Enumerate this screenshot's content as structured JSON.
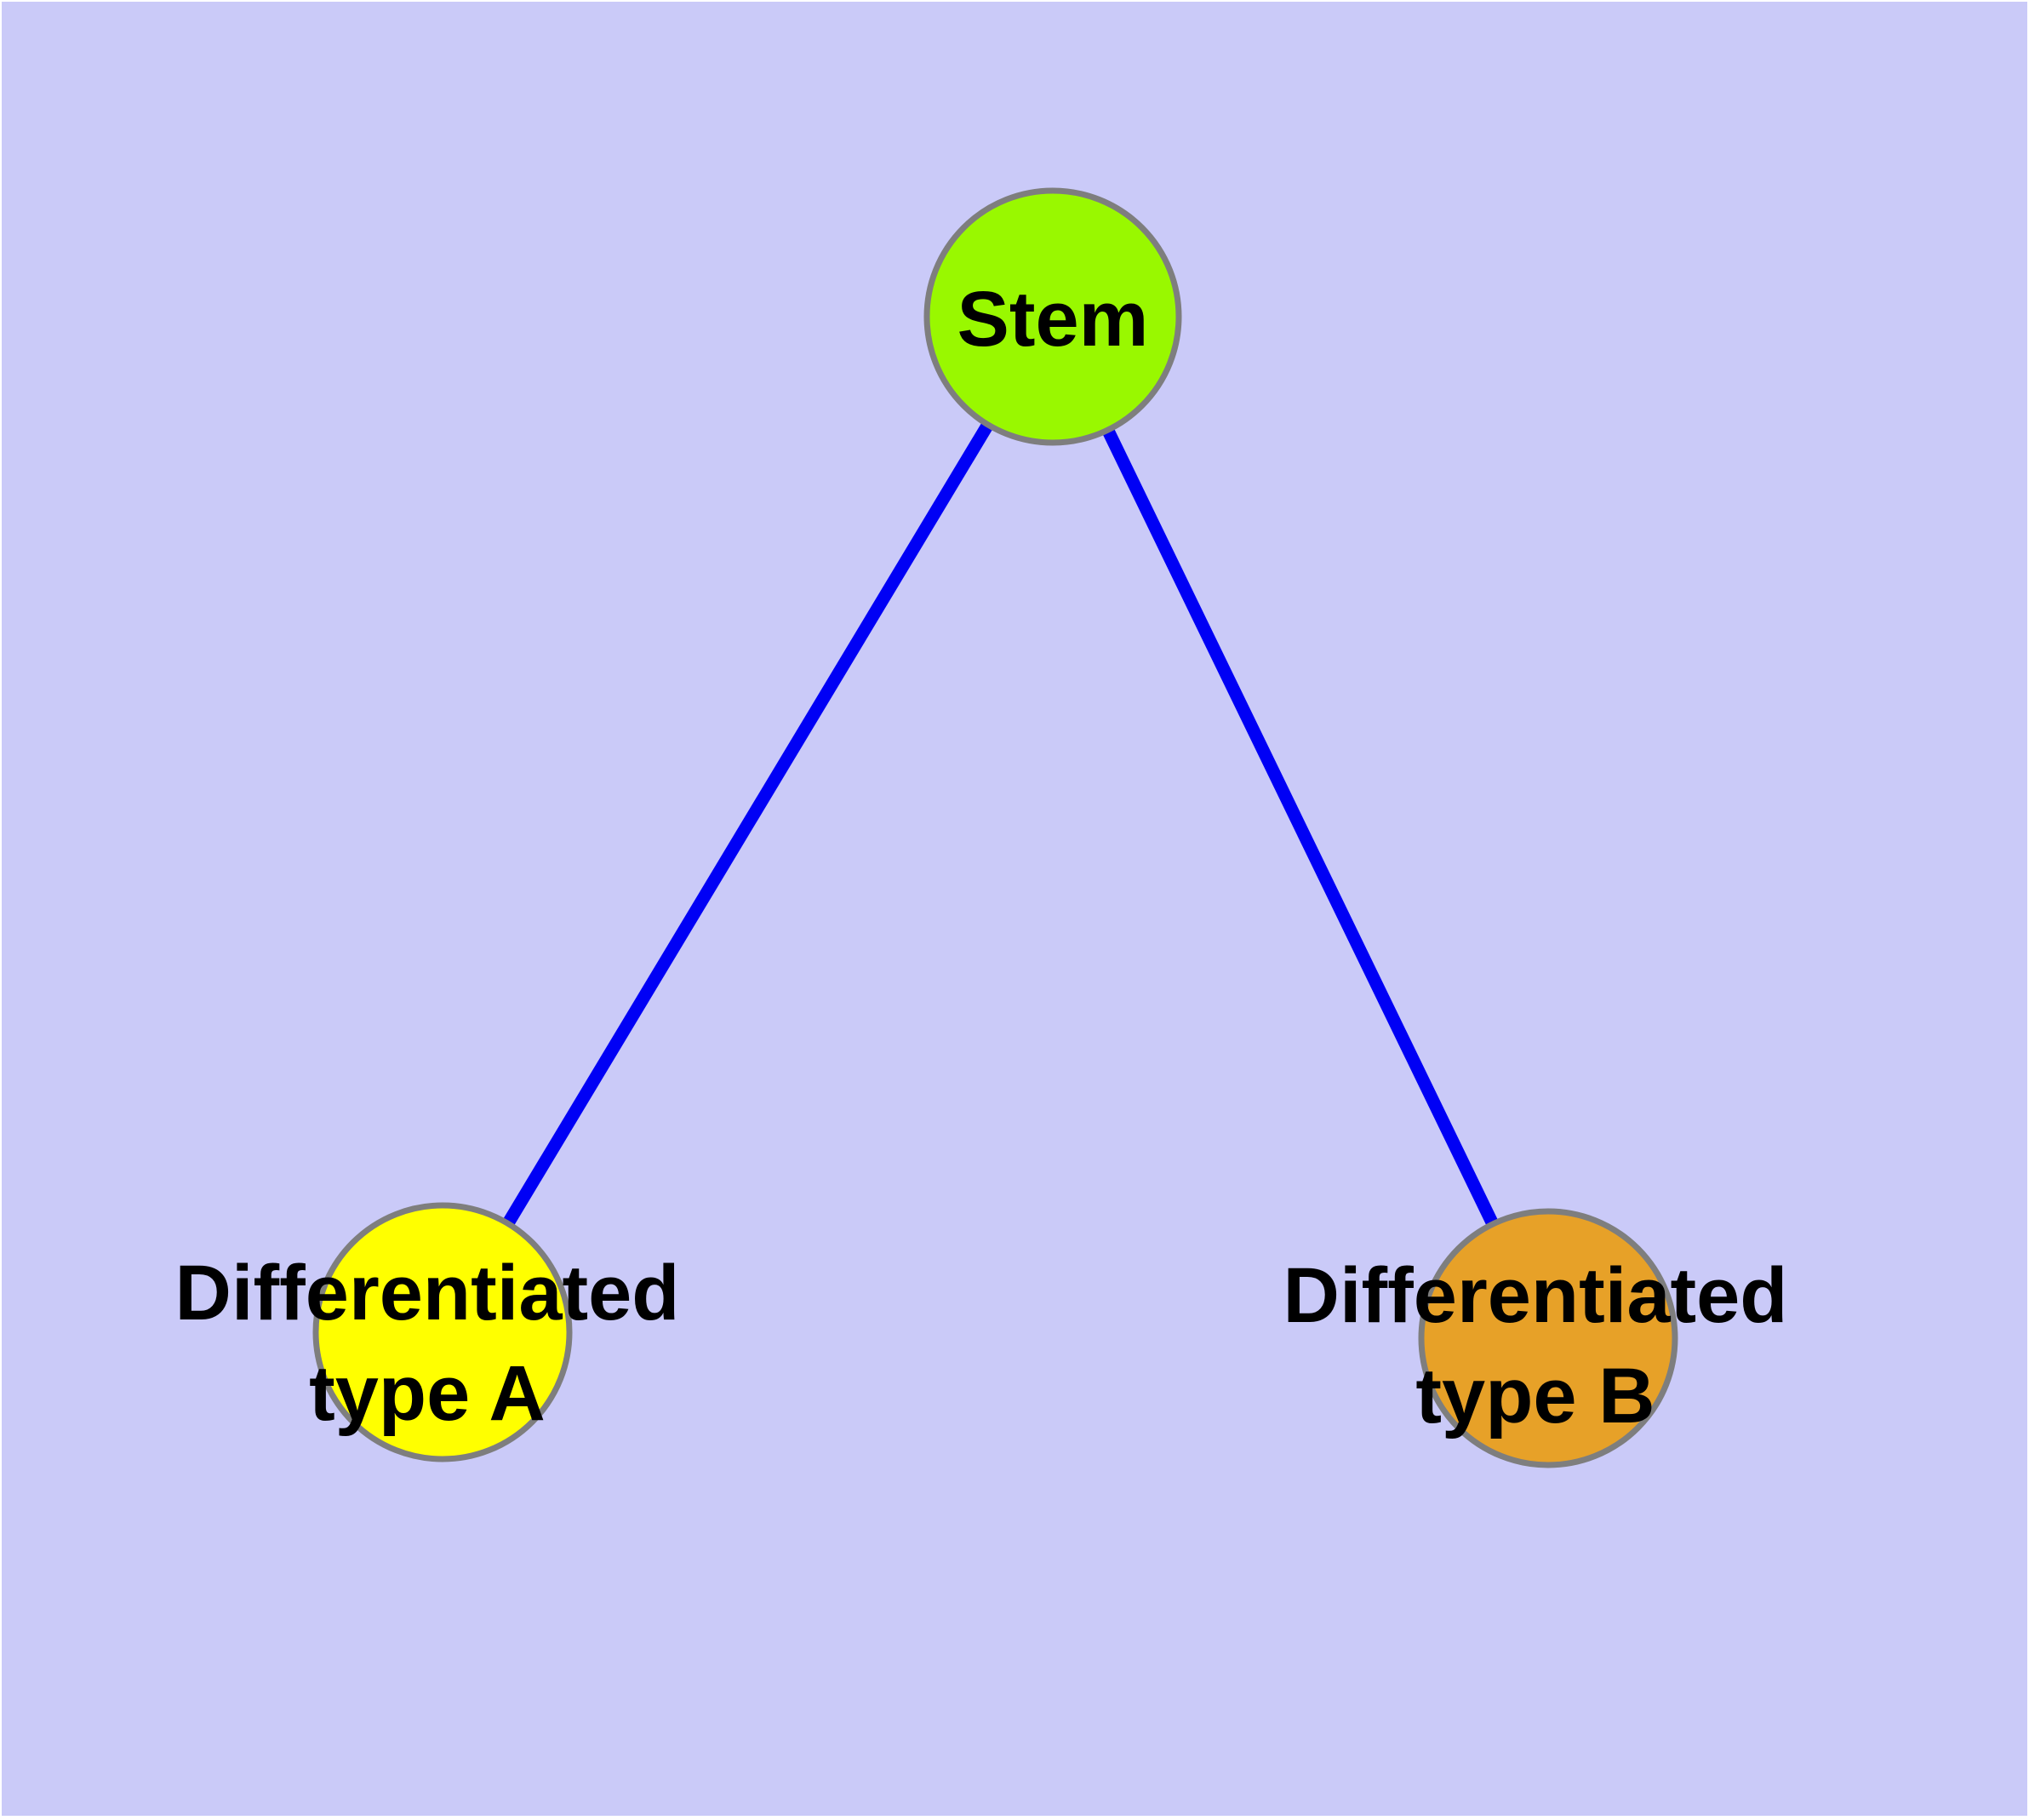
{
  "diagram": {
    "background_color": "#CACAF8",
    "frame_color": "#FFFFFF",
    "edge_color": "#0000F5",
    "node_border_color": "#7E7E7E",
    "label_color": "#000000",
    "nodes": {
      "stem": {
        "label": "Stem",
        "fill": "#99F800"
      },
      "type_a": {
        "label_line1": "Differentiated",
        "label_line2": "type A",
        "fill": "#FFFF00"
      },
      "type_b": {
        "label_line1": "Differentiated",
        "label_line2": "type B",
        "fill": "#E7A128"
      }
    },
    "edges": [
      {
        "name": "stem-to-type-a",
        "from": "Stem",
        "to": "Differentiated type A"
      },
      {
        "name": "stem-to-type-b",
        "from": "Stem",
        "to": "Differentiated type B"
      }
    ]
  }
}
